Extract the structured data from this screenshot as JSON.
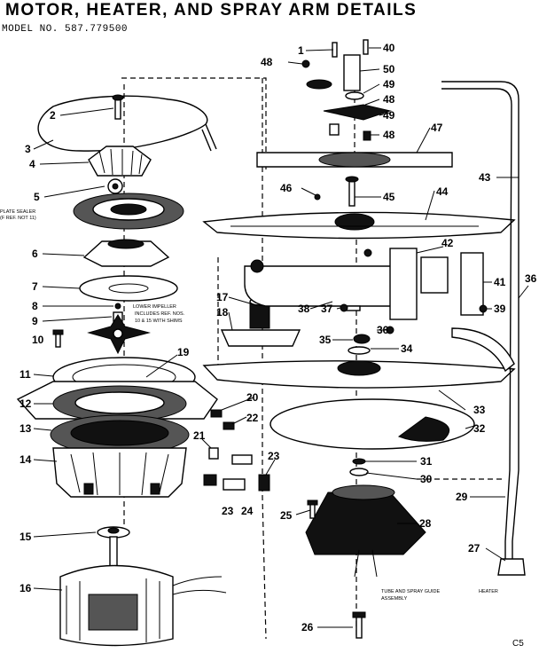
{
  "header": {
    "title": "MOTOR, HEATER, AND SPRAY ARM DETAILS",
    "model": "MODEL NO. 587.779500"
  },
  "notes": {
    "plate_line1": "PLATE SEALER",
    "plate_line2": "(F REF. NOT 11)",
    "impeller_line1": "LOWER IMPELLER",
    "impeller_line2": "INCLUDES REF. NOS.",
    "impeller_line3": "10 & 15 WITH SHIMS",
    "bottom_line1": "TUBE AND SPRAY GUIDE",
    "bottom_line2": "ASSEMBLY",
    "bottom_right": "HEATER"
  },
  "callouts": {
    "c1": "1",
    "c2": "2",
    "c3": "3",
    "c4": "4",
    "c5": "5",
    "c6": "6",
    "c7": "7",
    "c8": "8",
    "c9": "9",
    "c10": "10",
    "c11": "11",
    "c12": "12",
    "c13": "13",
    "c14": "14",
    "c15": "15",
    "c16": "16",
    "c17": "17",
    "c18": "18",
    "c19": "19",
    "c20": "20",
    "c21": "21",
    "c22": "22",
    "c23a": "23",
    "c23b": "23",
    "c24": "24",
    "c25": "25",
    "c26": "26",
    "c27": "27",
    "c28": "28",
    "c29": "29",
    "c30": "30",
    "c31": "31",
    "c32": "32",
    "c33": "33",
    "c34": "34",
    "c35": "35",
    "c36a": "36",
    "c36b": "36",
    "c37": "37",
    "c38": "38",
    "c39": "39",
    "c40": "40",
    "c41": "41",
    "c42": "42",
    "c43": "43",
    "c44": "44",
    "c45": "45",
    "c46": "46",
    "c47": "47",
    "c48a": "48",
    "c48b": "48",
    "c48c": "48",
    "c49a": "49",
    "c49b": "49",
    "c50": "50"
  },
  "footer": {
    "page_code": "C5"
  }
}
